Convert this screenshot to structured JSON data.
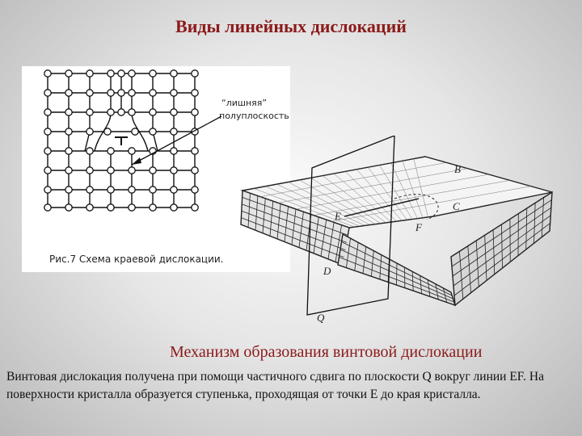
{
  "header": {
    "title": "Виды линейных дислокаций"
  },
  "figure_edge": {
    "label_line1": "“лишняя”",
    "label_line2": "полуплоскость",
    "caption": "Рис.7 Схема краевой дислокации."
  },
  "figure_screw": {
    "labels": {
      "B": "B",
      "C": "C",
      "F": "F",
      "E": "E",
      "D": "D",
      "Q": "Q"
    }
  },
  "section": {
    "subtitle": "Механизм образования винтовой дислокации",
    "text": "Винтовая дислокация получена при помощи частичного сдвига по плоскости Q вокруг линии EF. На поверхности кристалла образуется ступенька, проходящая от точки E до края кристалла."
  }
}
